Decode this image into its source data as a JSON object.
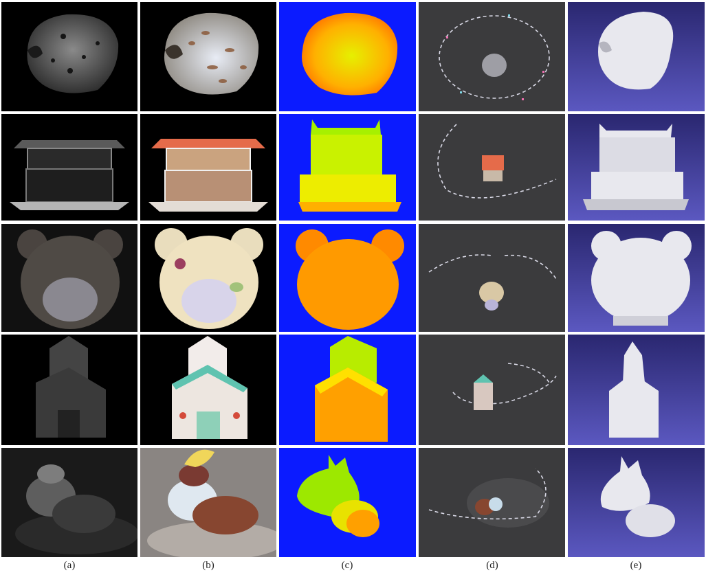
{
  "colors": {
    "background_dark": "#000000",
    "depth_background": "#0b1bff",
    "viewer_background": "#3b3b3d",
    "mesh_background_top": "#2a2770",
    "mesh_background_bottom": "#5b58c0",
    "mesh_surface": "#e8e8ee"
  },
  "columns": [
    {
      "caption": "(a)"
    },
    {
      "caption": "(b)"
    },
    {
      "caption": "(c)"
    },
    {
      "caption": "(d)"
    },
    {
      "caption": "(e)"
    }
  ]
}
